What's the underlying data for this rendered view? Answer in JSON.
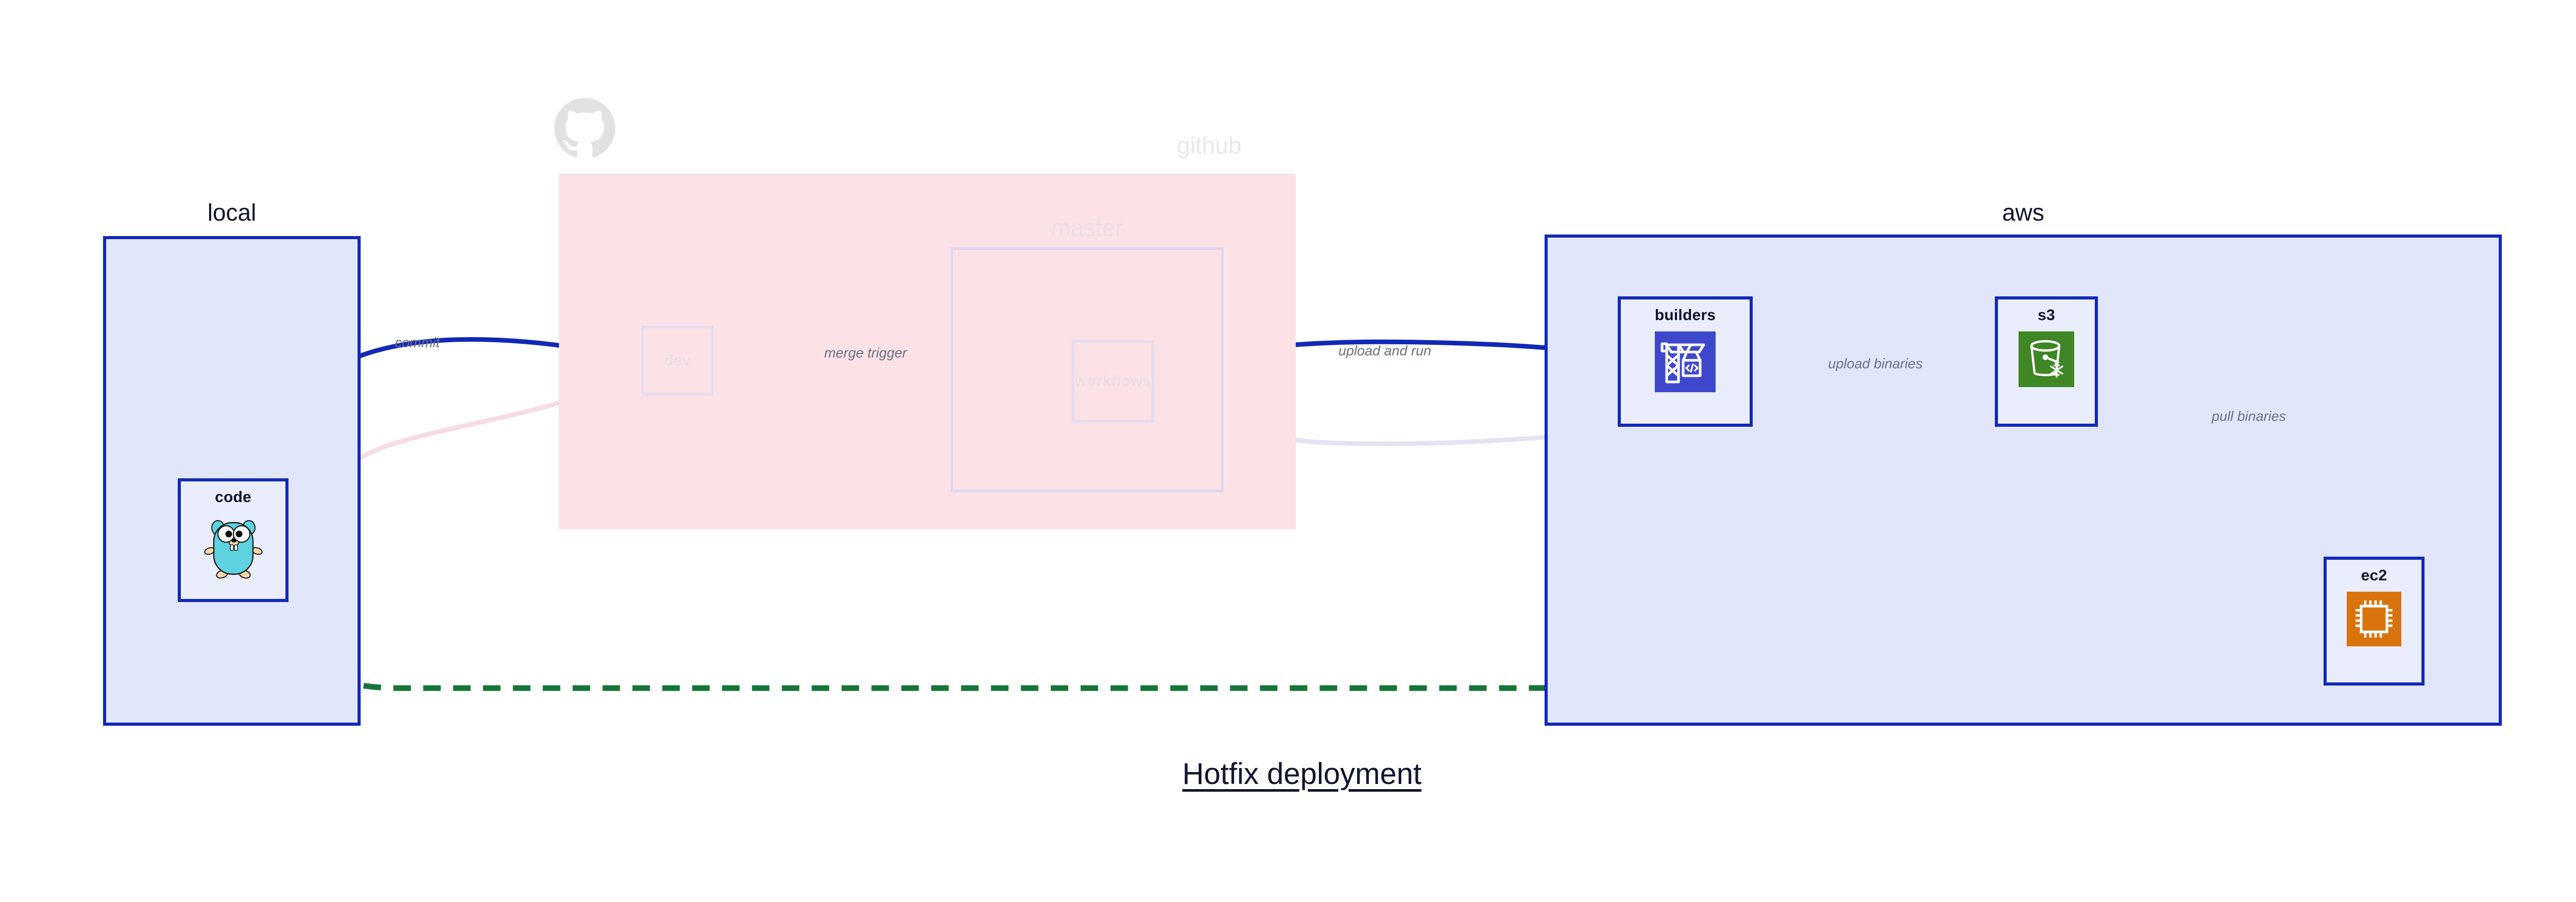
{
  "caption": {
    "text": "Hotfix deployment"
  },
  "groups": [
    {
      "id": "local",
      "label": "local"
    },
    {
      "id": "github",
      "label": "github"
    },
    {
      "id": "master",
      "label": "master"
    },
    {
      "id": "aws",
      "label": "aws"
    }
  ],
  "nodes": [
    {
      "id": "code",
      "label": "code",
      "icon": "go-gopher-icon"
    },
    {
      "id": "dev",
      "label": "dev",
      "icon": "none"
    },
    {
      "id": "workflows",
      "label": "workflows",
      "icon": "none"
    },
    {
      "id": "builders",
      "label": "builders",
      "icon": "aws-codebuild-icon"
    },
    {
      "id": "s3",
      "label": "s3",
      "icon": "aws-s3-glacier-icon"
    },
    {
      "id": "ec2",
      "label": "ec2",
      "icon": "aws-ec2-icon"
    }
  ],
  "edges": [
    {
      "id": "commit",
      "label": "commit",
      "from": "code",
      "to": "dev",
      "style": "solid",
      "color": "#1229b5"
    },
    {
      "id": "merge-trigger",
      "label": "merge trigger",
      "from": "dev",
      "to": "workflows",
      "style": "solid",
      "color": "#1229b5"
    },
    {
      "id": "upload-and-run",
      "label": "upload and run",
      "from": "workflows",
      "to": "builders",
      "style": "solid",
      "color": "#1229b5"
    },
    {
      "id": "upload-binaries",
      "label": "upload binaries",
      "from": "builders",
      "to": "s3",
      "style": "solid",
      "color": "#1229b5"
    },
    {
      "id": "pull-binaries",
      "label": "pull binaries",
      "from": "s3",
      "to": "ec2",
      "style": "solid",
      "color": "#1229b5"
    },
    {
      "id": "hotfix-direct",
      "label": "",
      "from": "code",
      "to": "ec2",
      "style": "dashed",
      "color": "#16753a"
    }
  ],
  "colors": {
    "accent_blue": "#1229b5",
    "group_blue_fill": "#e2e6fa",
    "group_pink_fill": "#fbe2e7",
    "node_fill": "#eaedfc",
    "dashed_green": "#16753a",
    "label_grey": "#6b7083",
    "text_dark": "#10142c",
    "codebuild_purple": "#3f48cc",
    "s3_green": "#3f8624",
    "ec2_orange": "#d9730d",
    "gopher_cyan": "#5ed3e0"
  }
}
